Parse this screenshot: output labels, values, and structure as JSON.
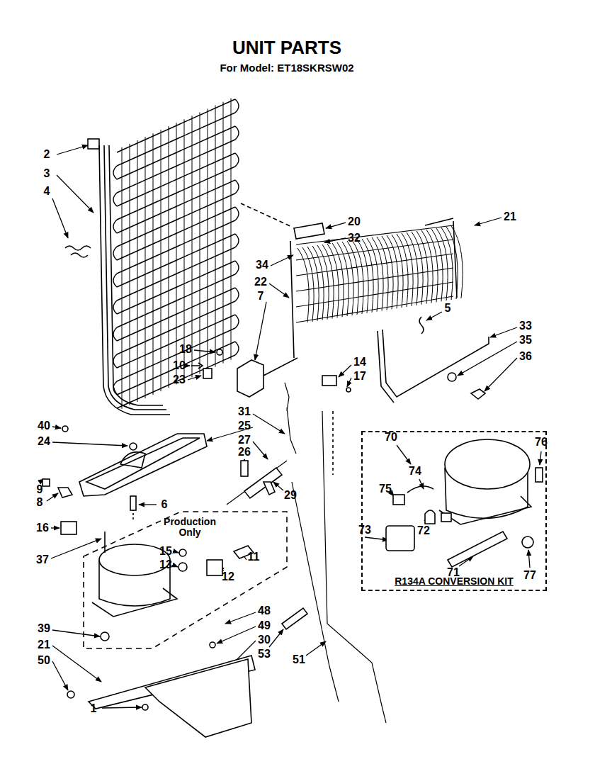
{
  "diagram": {
    "title": "UNIT PARTS",
    "nodes": [
      {
        "text": [
          "R134A CONVERSION KIT"
        ]
      }
    ],
    "labels": [
      "For Model: ET18SKRSW02",
      "2",
      "3",
      "4",
      "21",
      "20",
      "32",
      "34",
      "22",
      "7",
      "5",
      "33",
      "35",
      "36",
      "18",
      "14",
      "10",
      "17",
      "23",
      "31",
      "40",
      "25",
      "70",
      "27",
      "24",
      "76",
      "26",
      "74",
      "9",
      "75",
      "29",
      "8",
      "6",
      "Production Only",
      "16",
      "73",
      "72",
      "37",
      "15",
      "11",
      "13",
      "71",
      "77",
      "12",
      "48",
      "49",
      "39",
      "30",
      "21",
      "53",
      "51",
      "50",
      "1"
    ]
  }
}
